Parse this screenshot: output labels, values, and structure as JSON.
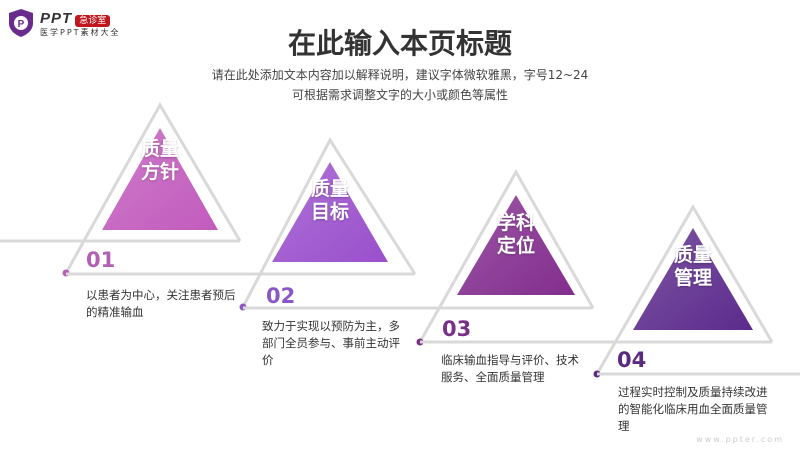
{
  "logo": {
    "brand": "PPT",
    "badge": "急诊室",
    "subtitle": "医学PPT素材大全"
  },
  "header": {
    "title": "在此输入本页标题",
    "subtitle_line1": "请在此处添加文本内容加以解释说明，建议字体微软雅黑，字号12~24",
    "subtitle_line2": "可根据需求调整文字的大小或颜色等属性"
  },
  "steps": [
    {
      "number": "01",
      "title_line1": "质量",
      "title_line2": "方针",
      "description": "以患者为中心，关注患者预后的精准输血",
      "color": "#c25bbd",
      "num_color": "#b25fb4"
    },
    {
      "number": "02",
      "title_line1": "质量",
      "title_line2": "目标",
      "description": "致力于实现以预防为主，多部门全员参与、事前主动评价",
      "color": "#9a4fcc",
      "num_color": "#8a58c4"
    },
    {
      "number": "03",
      "title_line1": "学科",
      "title_line2": "定位",
      "description": "临床输血指导与评价、技术服务、全面质量管理",
      "color": "#832d8e",
      "num_color": "#7a3088"
    },
    {
      "number": "04",
      "title_line1": "质量",
      "title_line2": "管理",
      "description": "过程实时控制及质量持续改进的智能化临床用血全面质量管理",
      "color": "#5c2b8c",
      "num_color": "#5a2a80"
    }
  ],
  "footer": {
    "watermark": "www.ppter.com"
  }
}
